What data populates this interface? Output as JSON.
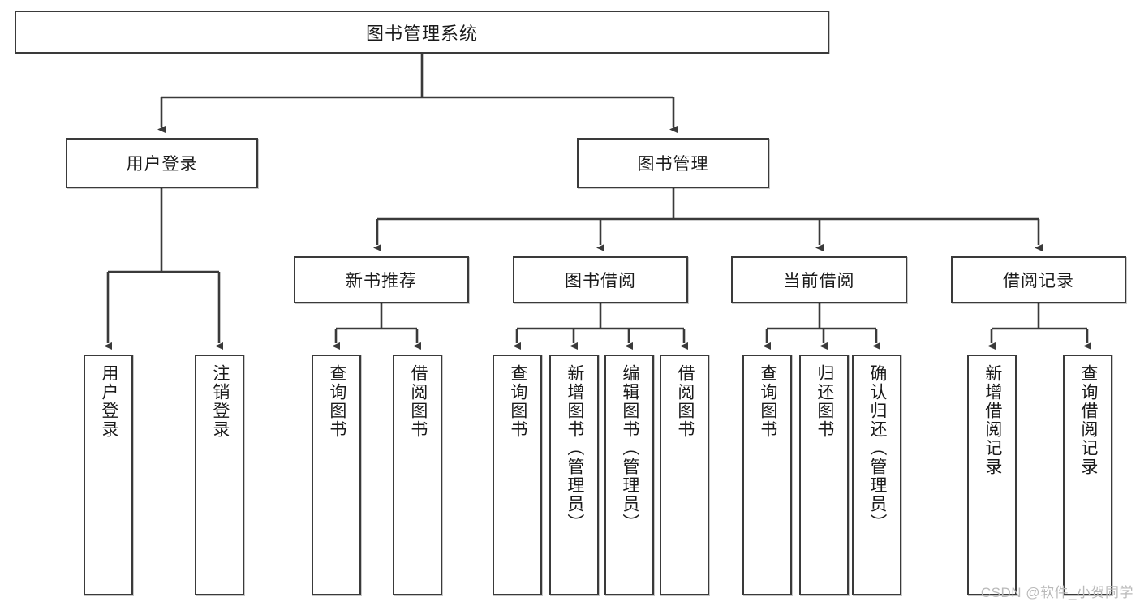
{
  "diagram": {
    "title": "图书管理系统",
    "type": "tree-hierarchy-diagram",
    "levels": [
      {
        "level": 1,
        "nodes": [
          {
            "id": "root",
            "label": "图书管理系统",
            "orientation": "horizontal"
          }
        ]
      },
      {
        "level": 2,
        "nodes": [
          {
            "id": "user-login",
            "label": "用户登录",
            "orientation": "horizontal"
          },
          {
            "id": "book-management",
            "label": "图书管理",
            "orientation": "horizontal"
          }
        ]
      },
      {
        "level": 3,
        "nodes": [
          {
            "id": "new-book-recommend",
            "label": "新书推荐",
            "orientation": "horizontal"
          },
          {
            "id": "book-borrow",
            "label": "图书借阅",
            "orientation": "horizontal"
          },
          {
            "id": "current-borrow",
            "label": "当前借阅",
            "orientation": "horizontal"
          },
          {
            "id": "borrow-record",
            "label": "借阅记录",
            "orientation": "horizontal"
          }
        ]
      },
      {
        "level": 4,
        "nodes": [
          {
            "id": "leaf-user-login",
            "label": "用户登录",
            "orientation": "vertical",
            "parent": "user-login"
          },
          {
            "id": "leaf-user-logout",
            "label": "注销登录",
            "orientation": "vertical",
            "parent": "user-login"
          },
          {
            "id": "leaf-query-book-1",
            "label": "查询图书",
            "orientation": "vertical",
            "parent": "new-book-recommend"
          },
          {
            "id": "leaf-borrow-book-1",
            "label": "借阅图书",
            "orientation": "vertical",
            "parent": "new-book-recommend"
          },
          {
            "id": "leaf-query-book-2",
            "label": "查询图书",
            "orientation": "vertical",
            "parent": "book-borrow"
          },
          {
            "id": "leaf-add-book",
            "label": "新增图书（管理员）",
            "orientation": "vertical",
            "parent": "book-borrow"
          },
          {
            "id": "leaf-edit-book",
            "label": "编辑图书（管理员）",
            "orientation": "vertical",
            "parent": "book-borrow"
          },
          {
            "id": "leaf-borrow-book-2",
            "label": "借阅图书",
            "orientation": "vertical",
            "parent": "book-borrow"
          },
          {
            "id": "leaf-query-book-3",
            "label": "查询图书",
            "orientation": "vertical",
            "parent": "current-borrow"
          },
          {
            "id": "leaf-return-book",
            "label": "归还图书",
            "orientation": "vertical",
            "parent": "current-borrow"
          },
          {
            "id": "leaf-confirm-return",
            "label": "确认归还（管理员）",
            "orientation": "vertical",
            "parent": "current-borrow"
          },
          {
            "id": "leaf-add-record",
            "label": "新增借阅记录",
            "orientation": "vertical",
            "parent": "borrow-record"
          },
          {
            "id": "leaf-query-record",
            "label": "查询借阅记录",
            "orientation": "vertical",
            "parent": "borrow-record"
          }
        ]
      }
    ],
    "colors": {
      "border": "#3a3a3a",
      "text": "#1a1a1a",
      "background": "#ffffff",
      "watermark": "#b9b9b9"
    }
  },
  "watermark": {
    "text": "CSDN @软件_小贺同学"
  }
}
